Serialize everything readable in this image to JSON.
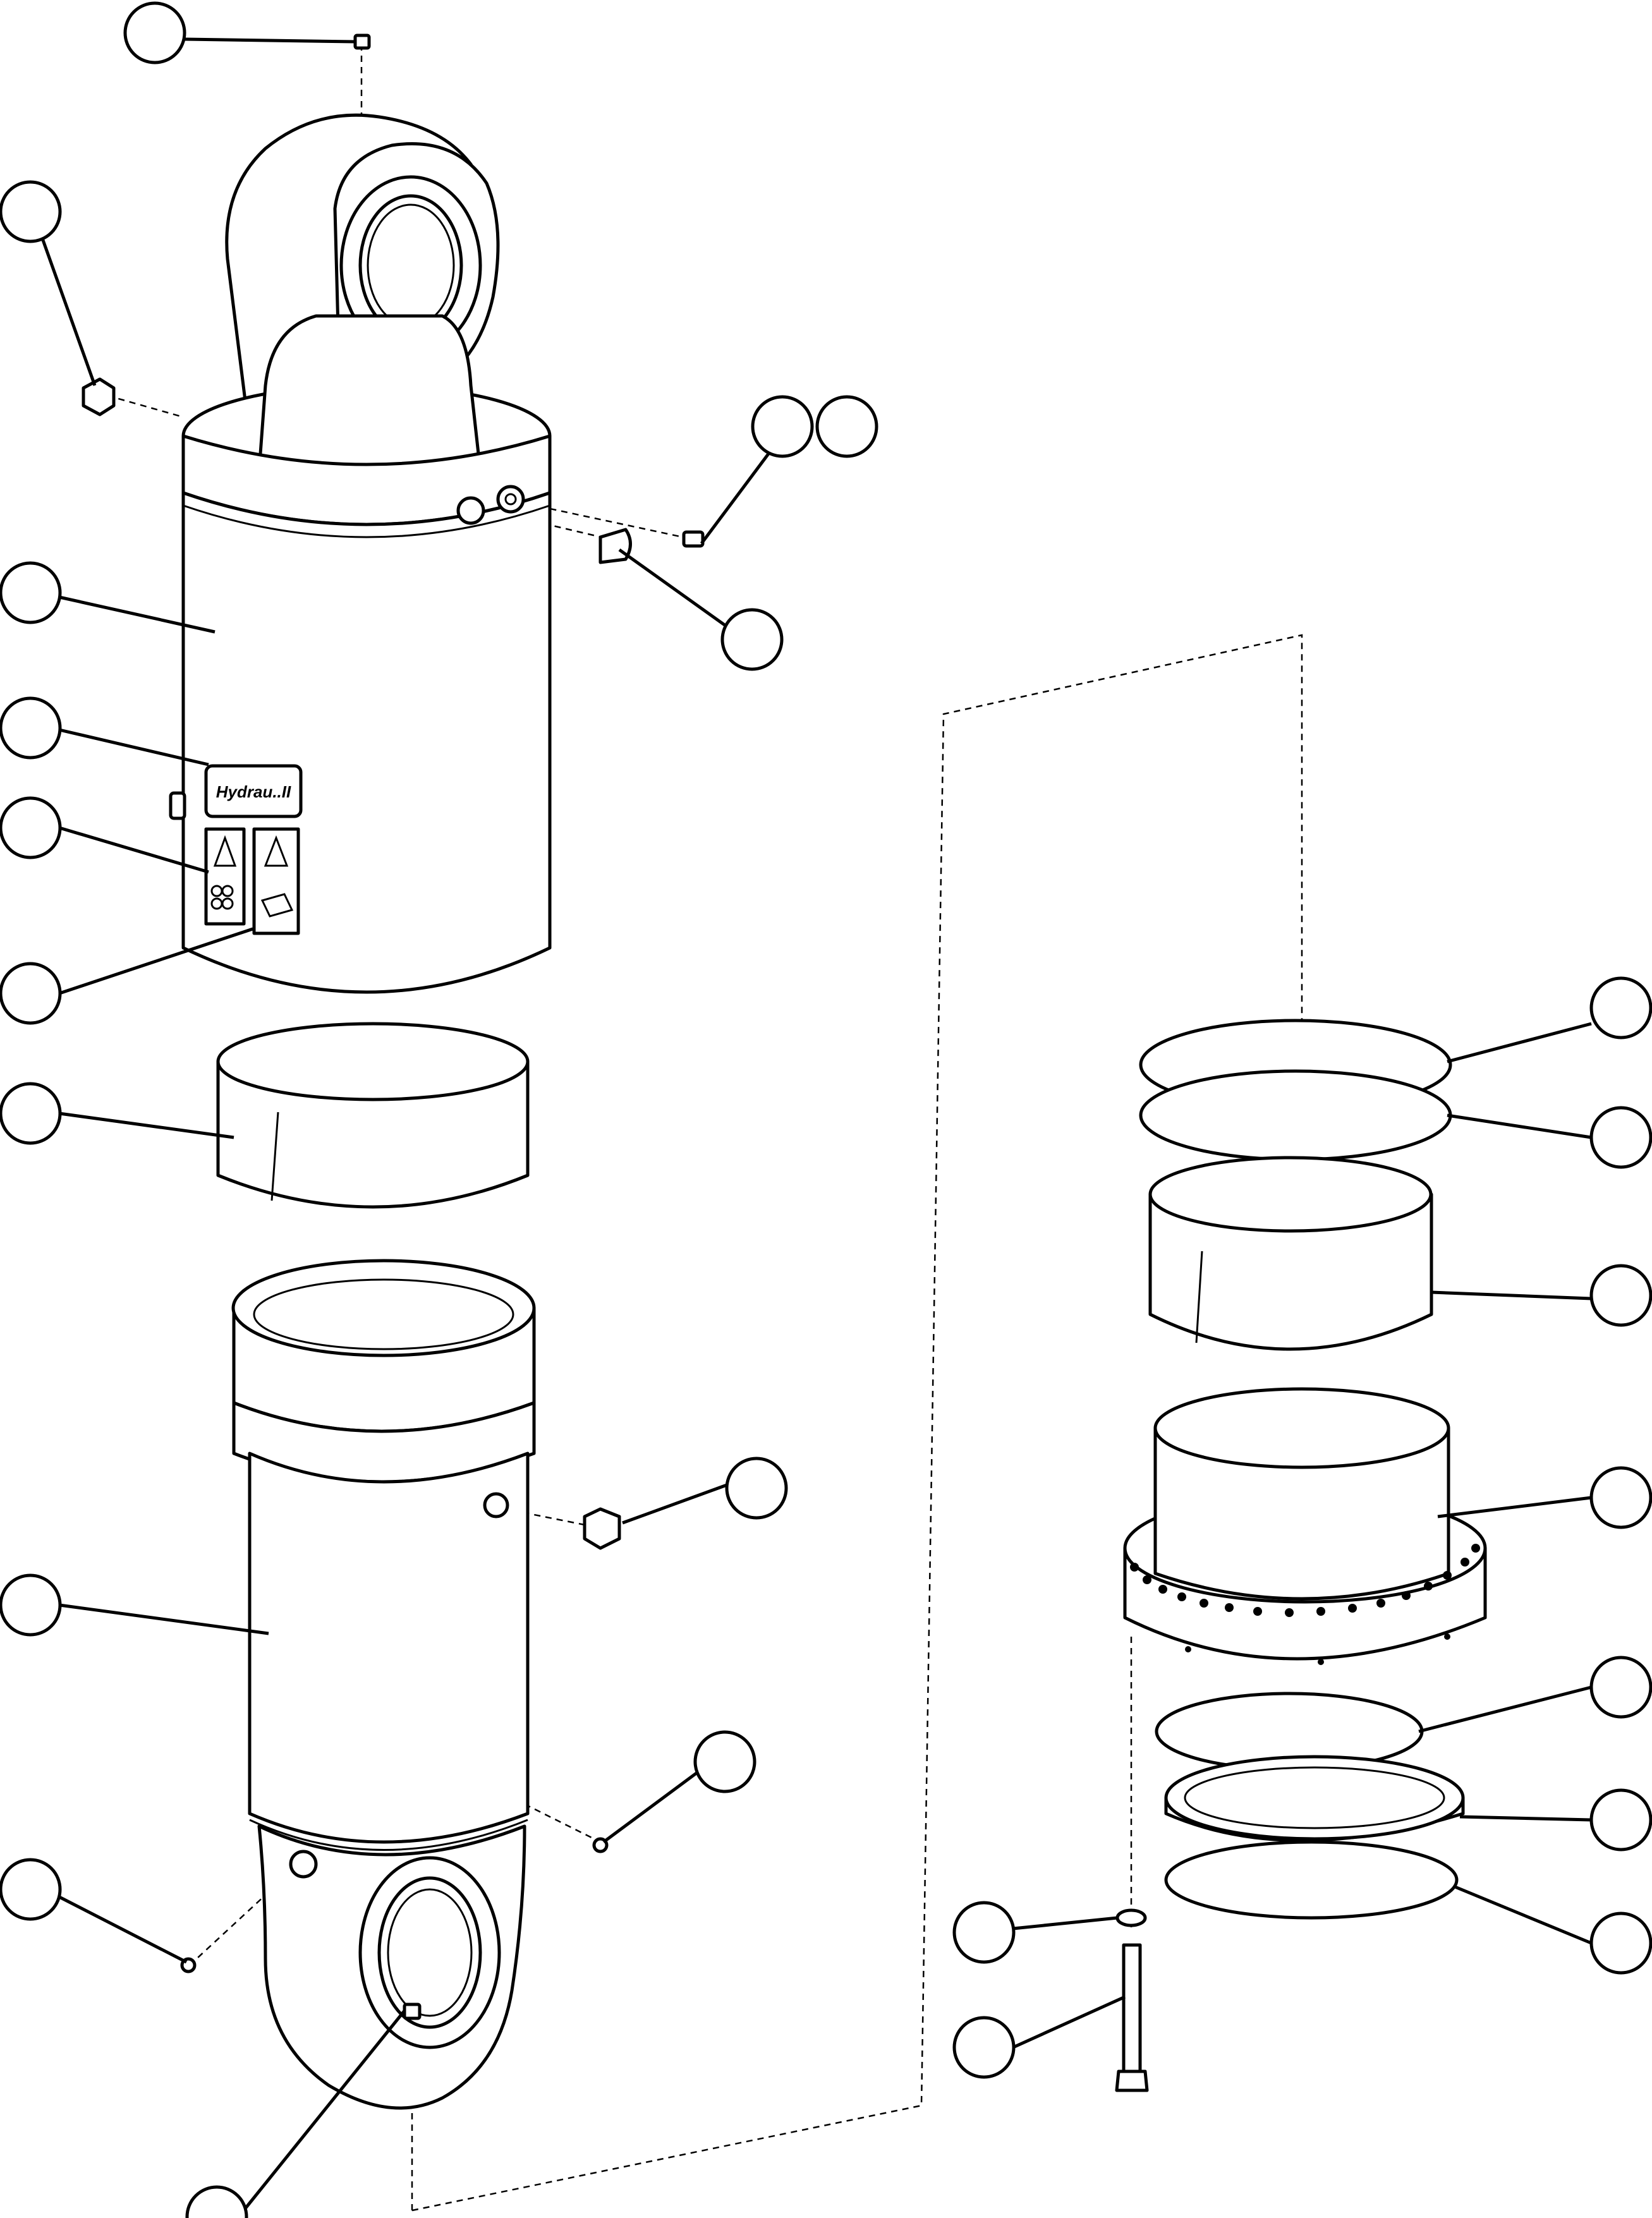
{
  "decal": {
    "brand": "Hydrau..II"
  },
  "drawing_number": "",
  "callouts": [
    {
      "id": "c1",
      "label": ""
    },
    {
      "id": "c2",
      "label": ""
    },
    {
      "id": "c3",
      "label": ""
    },
    {
      "id": "c4",
      "label": ""
    },
    {
      "id": "c5",
      "label": ""
    },
    {
      "id": "c6",
      "label": ""
    },
    {
      "id": "c7",
      "label": ""
    },
    {
      "id": "c8",
      "label": ""
    },
    {
      "id": "c9",
      "label": ""
    },
    {
      "id": "c10",
      "label": ""
    },
    {
      "id": "c11",
      "label": ""
    },
    {
      "id": "c12",
      "label": ""
    },
    {
      "id": "c13",
      "label": ""
    },
    {
      "id": "c14",
      "label": ""
    },
    {
      "id": "c15",
      "label": ""
    },
    {
      "id": "c16",
      "label": ""
    },
    {
      "id": "c17",
      "label": ""
    },
    {
      "id": "c18",
      "label": ""
    },
    {
      "id": "c19",
      "label": ""
    },
    {
      "id": "c20",
      "label": ""
    },
    {
      "id": "c21",
      "label": ""
    },
    {
      "id": "c22",
      "label": ""
    },
    {
      "id": "c23",
      "label": ""
    },
    {
      "id": "c24",
      "label": ""
    },
    {
      "id": "c25",
      "label": ""
    }
  ]
}
